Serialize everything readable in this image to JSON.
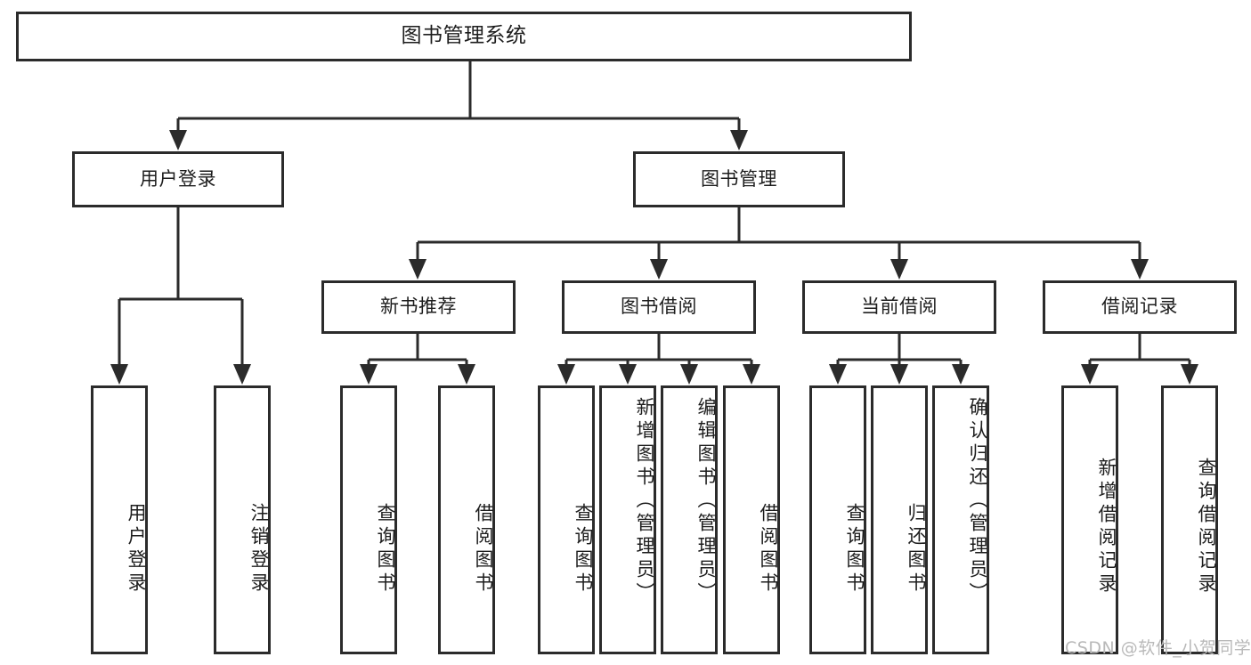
{
  "diagram": {
    "title": "图书管理系统",
    "type": "hierarchy-tree",
    "watermark": "CSDN @软件_小贺同学",
    "colors": {
      "stroke": "#2b2b2b",
      "fill": "#ffffff",
      "text": "#1d1d1d",
      "watermark": "#b9b9b9"
    },
    "levels": [
      {
        "level": 1,
        "nodes": [
          {
            "id": "root",
            "label": "图书管理系统",
            "orientation": "horizontal"
          }
        ]
      },
      {
        "level": 2,
        "nodes": [
          {
            "id": "user-login",
            "label": "用户登录",
            "orientation": "horizontal"
          },
          {
            "id": "book-manage",
            "label": "图书管理",
            "orientation": "horizontal"
          }
        ]
      },
      {
        "level": 3,
        "nodes": [
          {
            "id": "new-book-recommend",
            "label": "新书推荐",
            "orientation": "horizontal"
          },
          {
            "id": "book-borrow",
            "label": "图书借阅",
            "orientation": "horizontal"
          },
          {
            "id": "current-borrow",
            "label": "当前借阅",
            "orientation": "horizontal"
          },
          {
            "id": "borrow-record",
            "label": "借阅记录",
            "orientation": "horizontal"
          }
        ]
      },
      {
        "level": 4,
        "nodes": [
          {
            "id": "leaf-user-login",
            "label": "用户登录",
            "orientation": "vertical",
            "parent": "user-login"
          },
          {
            "id": "leaf-logout",
            "label": "注销登录",
            "orientation": "vertical",
            "parent": "user-login"
          },
          {
            "id": "leaf-query-book-1",
            "label": "查询图书",
            "orientation": "vertical",
            "parent": "new-book-recommend"
          },
          {
            "id": "leaf-borrow-book-1",
            "label": "借阅图书",
            "orientation": "vertical",
            "parent": "new-book-recommend"
          },
          {
            "id": "leaf-query-book-2",
            "label": "查询图书",
            "orientation": "vertical",
            "parent": "book-borrow"
          },
          {
            "id": "leaf-add-book",
            "label": "新增图书（管理员）",
            "orientation": "vertical",
            "parent": "book-borrow"
          },
          {
            "id": "leaf-edit-book",
            "label": "编辑图书（管理员）",
            "orientation": "vertical",
            "parent": "book-borrow"
          },
          {
            "id": "leaf-borrow-book-2",
            "label": "借阅图书",
            "orientation": "vertical",
            "parent": "book-borrow"
          },
          {
            "id": "leaf-query-book-3",
            "label": "查询图书",
            "orientation": "vertical",
            "parent": "current-borrow"
          },
          {
            "id": "leaf-return-book",
            "label": "归还图书",
            "orientation": "vertical",
            "parent": "current-borrow"
          },
          {
            "id": "leaf-confirm-return",
            "label": "确认归还（管理员）",
            "orientation": "vertical",
            "parent": "current-borrow"
          },
          {
            "id": "leaf-add-record",
            "label": "新增借阅记录",
            "orientation": "vertical",
            "parent": "borrow-record"
          },
          {
            "id": "leaf-query-record",
            "label": "查询借阅记录",
            "orientation": "vertical",
            "parent": "borrow-record"
          }
        ]
      }
    ]
  }
}
